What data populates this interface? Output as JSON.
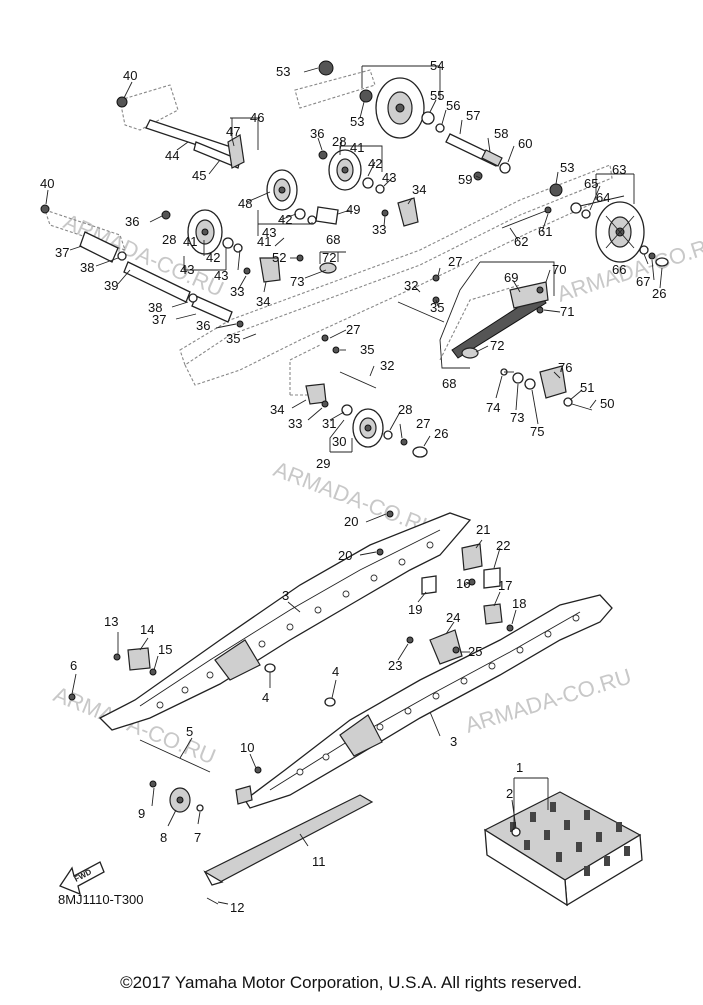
{
  "diagram": {
    "code": "8MJ1110-T300",
    "footer": "©2017 Yamaha Motor Corporation, U.S.A. All rights reserved.",
    "fwd_label": "FWD",
    "watermark": "ARMADA-CO.RU",
    "callouts": {
      "c1": "1",
      "c2": "2",
      "c3a": "3",
      "c3b": "3",
      "c4a": "4",
      "c4b": "4",
      "c5": "5",
      "c6": "6",
      "c7": "7",
      "c8": "8",
      "c9": "9",
      "c10": "10",
      "c11": "11",
      "c12": "12",
      "c13": "13",
      "c14": "14",
      "c15": "15",
      "c16": "16",
      "c17": "17",
      "c18": "18",
      "c19": "19",
      "c20a": "20",
      "c20b": "20",
      "c21": "21",
      "c22": "22",
      "c23": "23",
      "c24": "24",
      "c25": "25",
      "c26a": "26",
      "c26b": "26",
      "c27a": "27",
      "c27b": "27",
      "c27c": "27",
      "c28a": "28",
      "c28b": "28",
      "c28c": "28",
      "c29": "29",
      "c30": "30",
      "c31": "31",
      "c32a": "32",
      "c32b": "32",
      "c33a": "33",
      "c33b": "33",
      "c33c": "33",
      "c34a": "34",
      "c34b": "34",
      "c34c": "34",
      "c35a": "35",
      "c35b": "35",
      "c35c": "35",
      "c36a": "36",
      "c36b": "36",
      "c36c": "36",
      "c37a": "37",
      "c37b": "37",
      "c38a": "38",
      "c38b": "38",
      "c39": "39",
      "c40a": "40",
      "c40b": "40",
      "c41a": "41",
      "c41b": "41",
      "c41c": "41",
      "c42a": "42",
      "c42b": "42",
      "c42c": "42",
      "c43a": "43",
      "c43b": "43",
      "c43c": "43",
      "c44": "44",
      "c45": "45",
      "c46": "46",
      "c47": "47",
      "c48": "48",
      "c49": "49",
      "c50": "50",
      "c51": "51",
      "c52": "52",
      "c53a": "53",
      "c53b": "53",
      "c53c": "53",
      "c54": "54",
      "c55": "55",
      "c56": "56",
      "c57": "57",
      "c58": "58",
      "c59": "59",
      "c60": "60",
      "c61": "61",
      "c62": "62",
      "c63": "63",
      "c64": "64",
      "c65": "65",
      "c66": "66",
      "c67": "67",
      "c68a": "68",
      "c68b": "68",
      "c69": "69",
      "c70": "70",
      "c71": "71",
      "c72a": "72",
      "c72b": "72",
      "c73a": "73",
      "c73b": "73",
      "c74": "74",
      "c75": "75",
      "c76": "76"
    }
  }
}
